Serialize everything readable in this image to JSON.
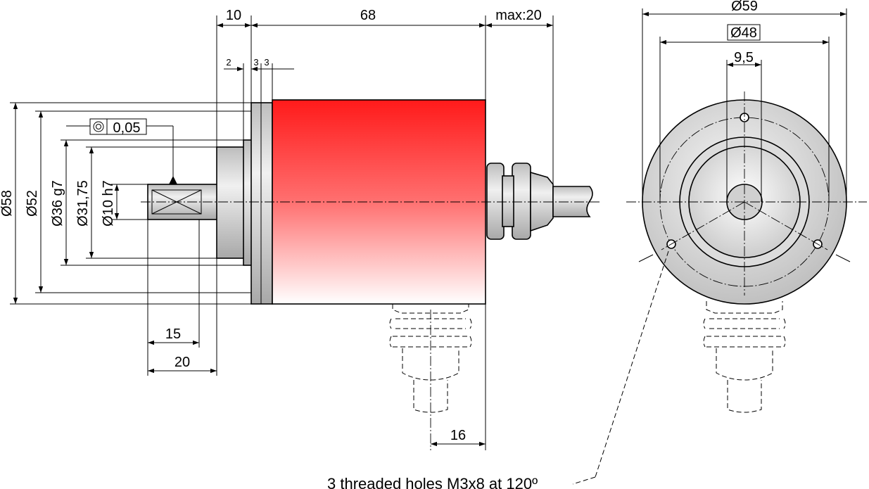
{
  "dimensions": {
    "flange_thickness": "10",
    "body_length": "68",
    "cable_max": "max:20",
    "step_2": "2",
    "step_3a": "3",
    "step_3b": "3",
    "dia_58": "Ø58",
    "dia_52": "Ø52",
    "dia_36": "Ø36 g7",
    "dia_31": "Ø31,75",
    "dia_10": "Ø10 h7",
    "concentricity": "0,05",
    "shaft_15": "15",
    "shaft_20": "20",
    "cable_16": "16",
    "dia_59": "Ø59",
    "dia_48": "Ø48",
    "offset_9_5": "9,5"
  },
  "note": "3 threaded holes M3x8 at 120º",
  "colors": {
    "body_top": "#ff1a1a",
    "body_bottom": "#ffffff",
    "metal": "#c9c9c9"
  }
}
